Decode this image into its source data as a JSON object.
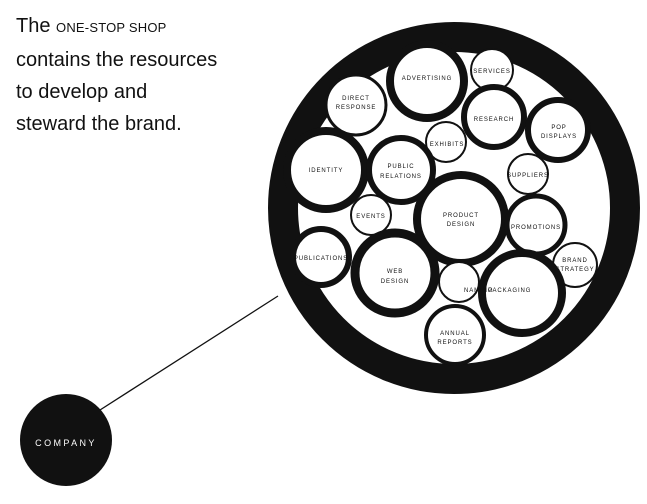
{
  "headline": {
    "prefix": "The",
    "emphasis": "ONE-STOP SHOP",
    "line2": "contains the resources",
    "line3": "to develop and",
    "line4": "steward the brand."
  },
  "company_label": "COMPANY",
  "resources": {
    "advertising": "ADVERTISING",
    "services": "SERVICES",
    "direct_response_1": "DIRECT",
    "direct_response_2": "RESPONSE",
    "research": "RESEARCH",
    "pop_displays_1": "POP",
    "pop_displays_2": "DISPLAYS",
    "exhibits": "EXHIBITS",
    "identity": "IDENTITY",
    "public_relations_1": "PUBLIC",
    "public_relations_2": "RELATIONS",
    "suppliers": "SUPPLIERS",
    "events": "EVENTS",
    "product_design_1": "PRODUCT",
    "product_design_2": "DESIGN",
    "promotions": "PROMOTIONS",
    "publications": "PUBLICATIONS",
    "web_design_1": "WEB",
    "web_design_2": "DESIGN",
    "naming": "NAMING",
    "packaging": "PACKAGING",
    "brand_strategy_1": "BRAND",
    "brand_strategy_2": "STRATEGY",
    "annual_reports_1": "ANNUAL",
    "annual_reports_2": "REPORTS"
  },
  "colors": {
    "ink": "#111111",
    "paper": "#ffffff"
  }
}
